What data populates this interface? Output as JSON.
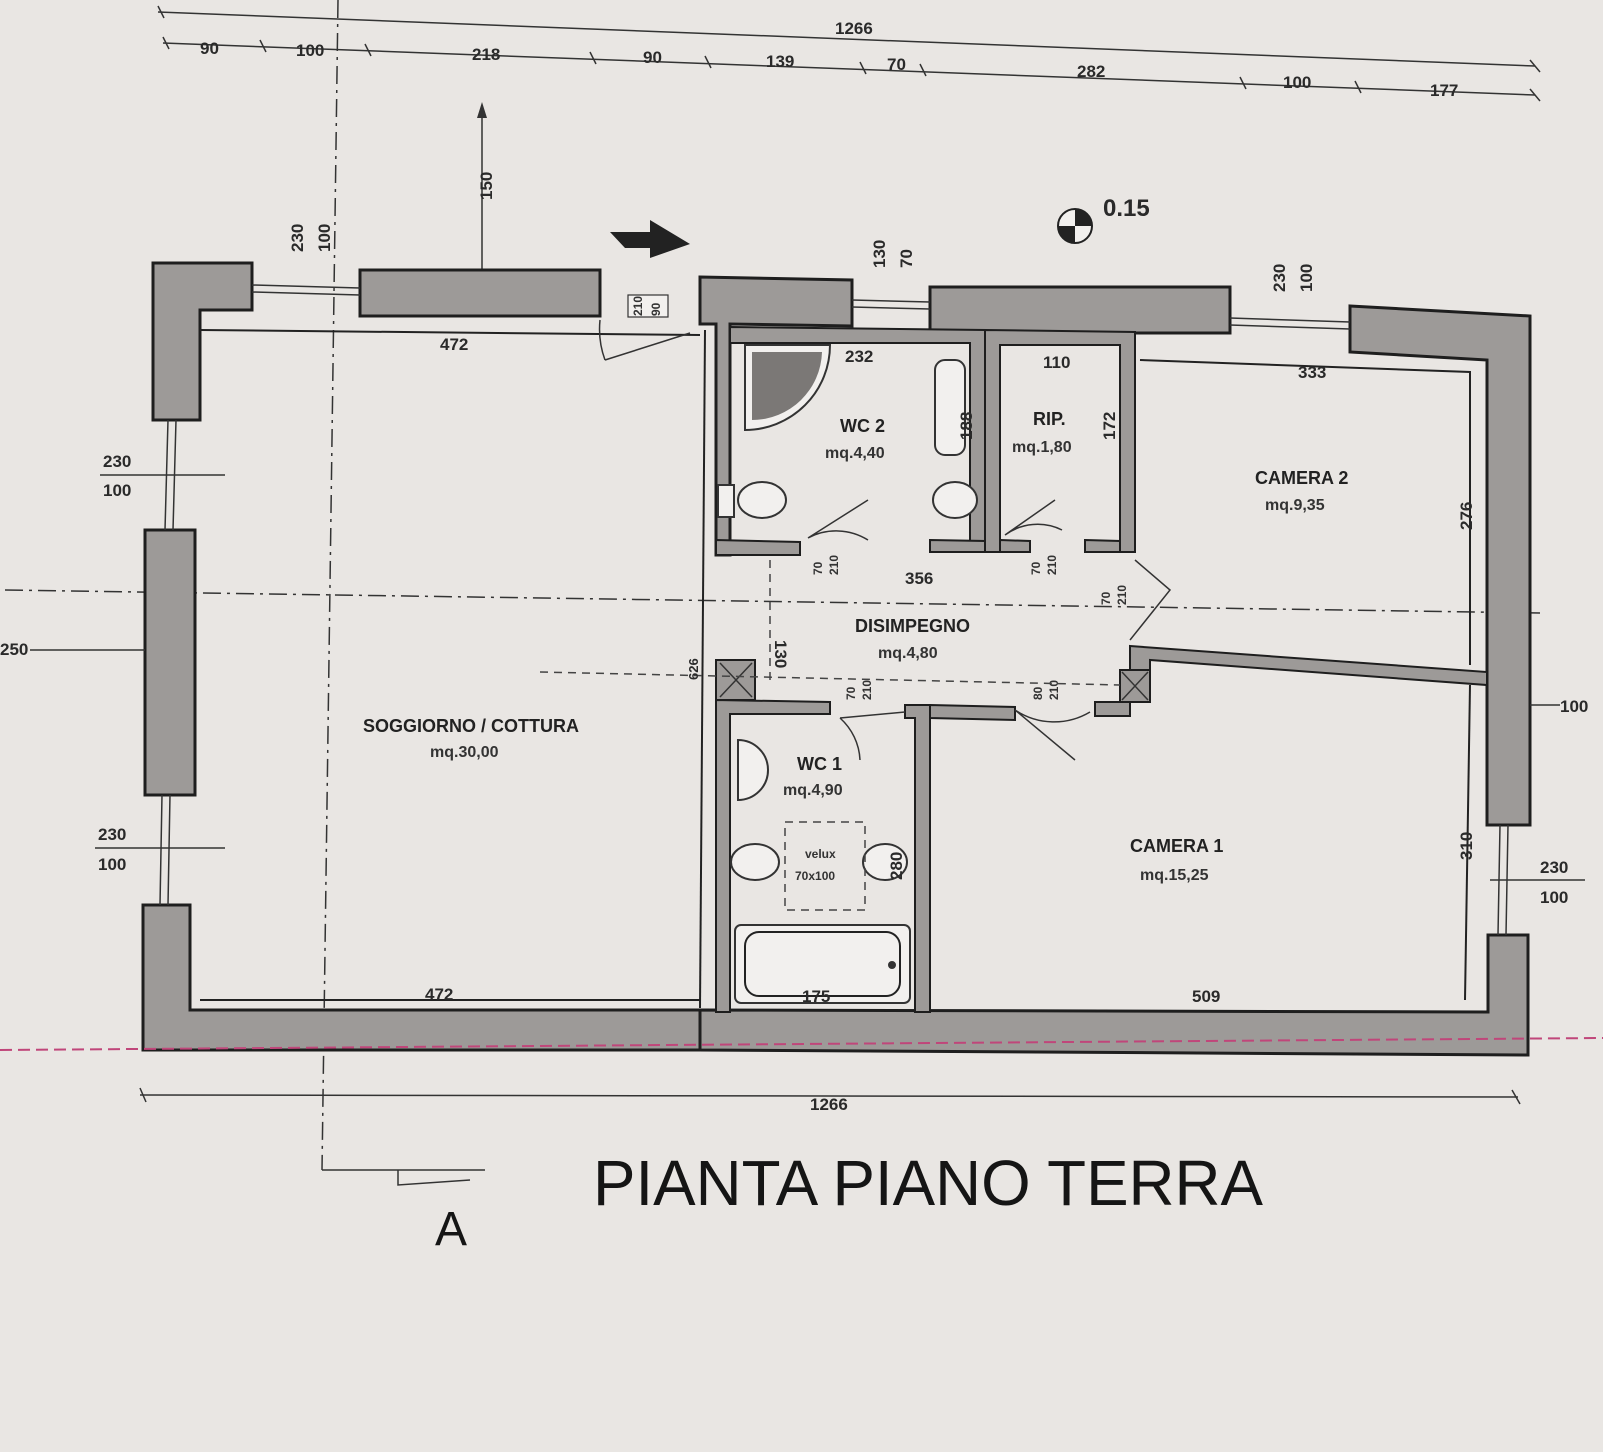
{
  "title": "PIANTA PIANO TERRA",
  "section_label": "A",
  "level_mark": "0.15",
  "top_dims": {
    "overall": "1266",
    "segments": [
      "90",
      "100",
      "218",
      "90",
      "139",
      "70",
      "282",
      "100",
      "177"
    ]
  },
  "bottom_overall": "1266",
  "rooms": {
    "soggiorno": {
      "name": "SOGGIORNO / COTTURA",
      "area": "mq.30,00"
    },
    "wc2": {
      "name": "WC 2",
      "area": "mq.4,40"
    },
    "rip": {
      "name": "RIP.",
      "area": "mq.1,80"
    },
    "camera2": {
      "name": "CAMERA 2",
      "area": "mq.9,35"
    },
    "disimpegno": {
      "name": "DISIMPEGNO",
      "area": "mq.4,80"
    },
    "wc1": {
      "name": "WC 1",
      "area": "mq.4,90"
    },
    "camera1": {
      "name": "CAMERA 1",
      "area": "mq.15,25"
    }
  },
  "velux": {
    "name": "velux",
    "size": "70x100"
  },
  "interior_dims": {
    "soggiorno_top": "472",
    "soggiorno_bottom": "472",
    "soggiorno_height": "626",
    "wc2_width": "232",
    "wc2_height": "188",
    "rip_width": "110",
    "rip_height": "172",
    "camera2_width": "333",
    "camera2_height": "276",
    "disimpegno_width": "356",
    "disimpegno_height": "130",
    "wc1_width": "175",
    "wc1_height": "280",
    "camera1_width": "509",
    "camera1_height": "310",
    "side_250": "250",
    "right_100": "100",
    "vert_150": "150"
  },
  "window_labels": {
    "w_top_left": [
      "230",
      "100"
    ],
    "w_top_mid": [
      "130",
      "70"
    ],
    "w_top_right": [
      "230",
      "100"
    ],
    "w_left_upper": [
      "230",
      "100"
    ],
    "w_left_lower": [
      "230",
      "100"
    ],
    "w_right": [
      "230",
      "100"
    ]
  },
  "door_labels": {
    "d_entry": [
      "210",
      "90"
    ],
    "d_wc2": [
      "70",
      "210"
    ],
    "d_rip": [
      "70",
      "210"
    ],
    "d_camera2": [
      "70",
      "210"
    ],
    "d_wc1": [
      "70",
      "210"
    ],
    "d_camera1": [
      "80",
      "210"
    ]
  }
}
